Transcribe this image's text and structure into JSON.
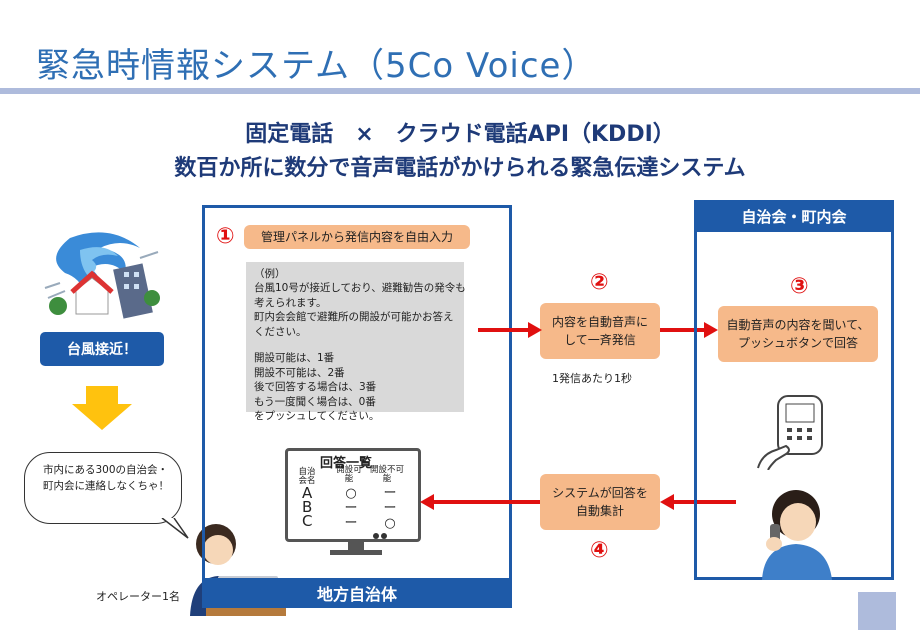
{
  "title": "緊急時情報システム（5Co Voice）",
  "subtitle_line1": "固定電話　×　クラウド電話API（KDDI）",
  "subtitle_line2": "数百か所に数分で音声電話がかけられる緊急伝達システム",
  "typhoon_button": "台風接近！",
  "speech_bubble": [
    "市内にある300の自治会・",
    "町内会に連絡しなくちゃ！"
  ],
  "operator_label": "オペレーター1名",
  "local_gov": {
    "footer": "地方自治体",
    "step1_number": "①",
    "step1_label": "管理パネルから発信内容を自由入力",
    "example_lines": [
      "（例）",
      "台風10号が接近しており、避難勧告の発令も",
      "考えられます。",
      "町内会会館で避難所の開設が可能かお答え",
      "ください。",
      "",
      "開設可能は、1番",
      "開設不可能は、2番",
      "後で回答する場合は、3番",
      "もう一度聞く場合は、0番",
      "をプッシュしてください。"
    ],
    "monitor": {
      "title": "回答一覧",
      "col_name": "自治会名",
      "col_possible": "開設可能",
      "col_impossible": "開設不可能",
      "rows": [
        {
          "name": "A",
          "possible": "○",
          "impossible": "ー"
        },
        {
          "name": "B",
          "possible": "ー",
          "impossible": "ー"
        },
        {
          "name": "C",
          "possible": "ー",
          "impossible": "○"
        }
      ]
    }
  },
  "step2": {
    "number": "②",
    "label": [
      "内容を自動音声に",
      "して一斉発信"
    ],
    "note": "1発信あたり1秒"
  },
  "step3": {
    "number": "③",
    "label": [
      "自動音声の内容を聞いて、",
      "プッシュボタンで回答"
    ]
  },
  "step4": {
    "number": "④",
    "label": [
      "システムが回答を",
      "自動集計"
    ]
  },
  "community": {
    "header": "自治会・町内会"
  },
  "colors": {
    "title": "#2f6fb4",
    "navy": "#1e5aa8",
    "arrow": "#e01010",
    "orange": "#f6b98a",
    "rule": "#aebbdc"
  }
}
